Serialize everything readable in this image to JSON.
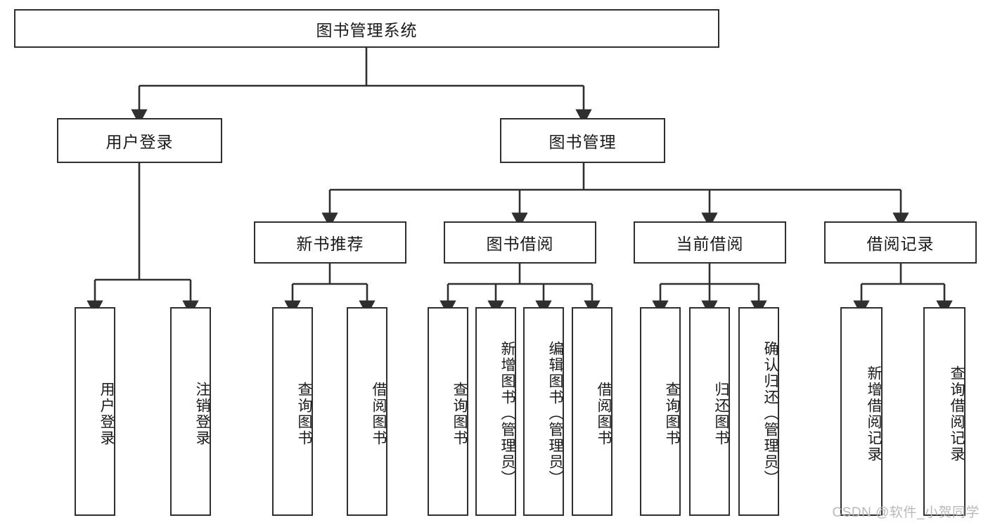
{
  "diagram": {
    "type": "tree-hierarchy",
    "title": "图书管理系统",
    "root": {
      "label": "图书管理系统"
    },
    "level2": [
      {
        "label": "用户登录"
      },
      {
        "label": "图书管理"
      }
    ],
    "level3": [
      {
        "label": "新书推荐"
      },
      {
        "label": "图书借阅"
      },
      {
        "label": "当前借阅"
      },
      {
        "label": "借阅记录"
      }
    ],
    "leaves": {
      "user_login": [
        {
          "label": "用户登录"
        },
        {
          "label": "注销登录"
        }
      ],
      "new_book_recommend": [
        {
          "label": "查询图书"
        },
        {
          "label": "借阅图书"
        }
      ],
      "book_borrow": [
        {
          "label": "查询图书"
        },
        {
          "label": "新增图书（管理员）"
        },
        {
          "label": "编辑图书（管理员）"
        },
        {
          "label": "借阅图书"
        }
      ],
      "current_borrow": [
        {
          "label": "查询图书"
        },
        {
          "label": "归还图书"
        },
        {
          "label": "确认归还（管理员）"
        }
      ],
      "borrow_record": [
        {
          "label": "新增借阅记录"
        },
        {
          "label": "查询借阅记录"
        }
      ]
    }
  },
  "watermark": {
    "text": "CSDN @软件_小贺同学"
  },
  "colors": {
    "stroke": "#2f2f2f",
    "fill": "#ffffff",
    "text": "#1a1a1a",
    "watermark": "#b9b9b9"
  }
}
